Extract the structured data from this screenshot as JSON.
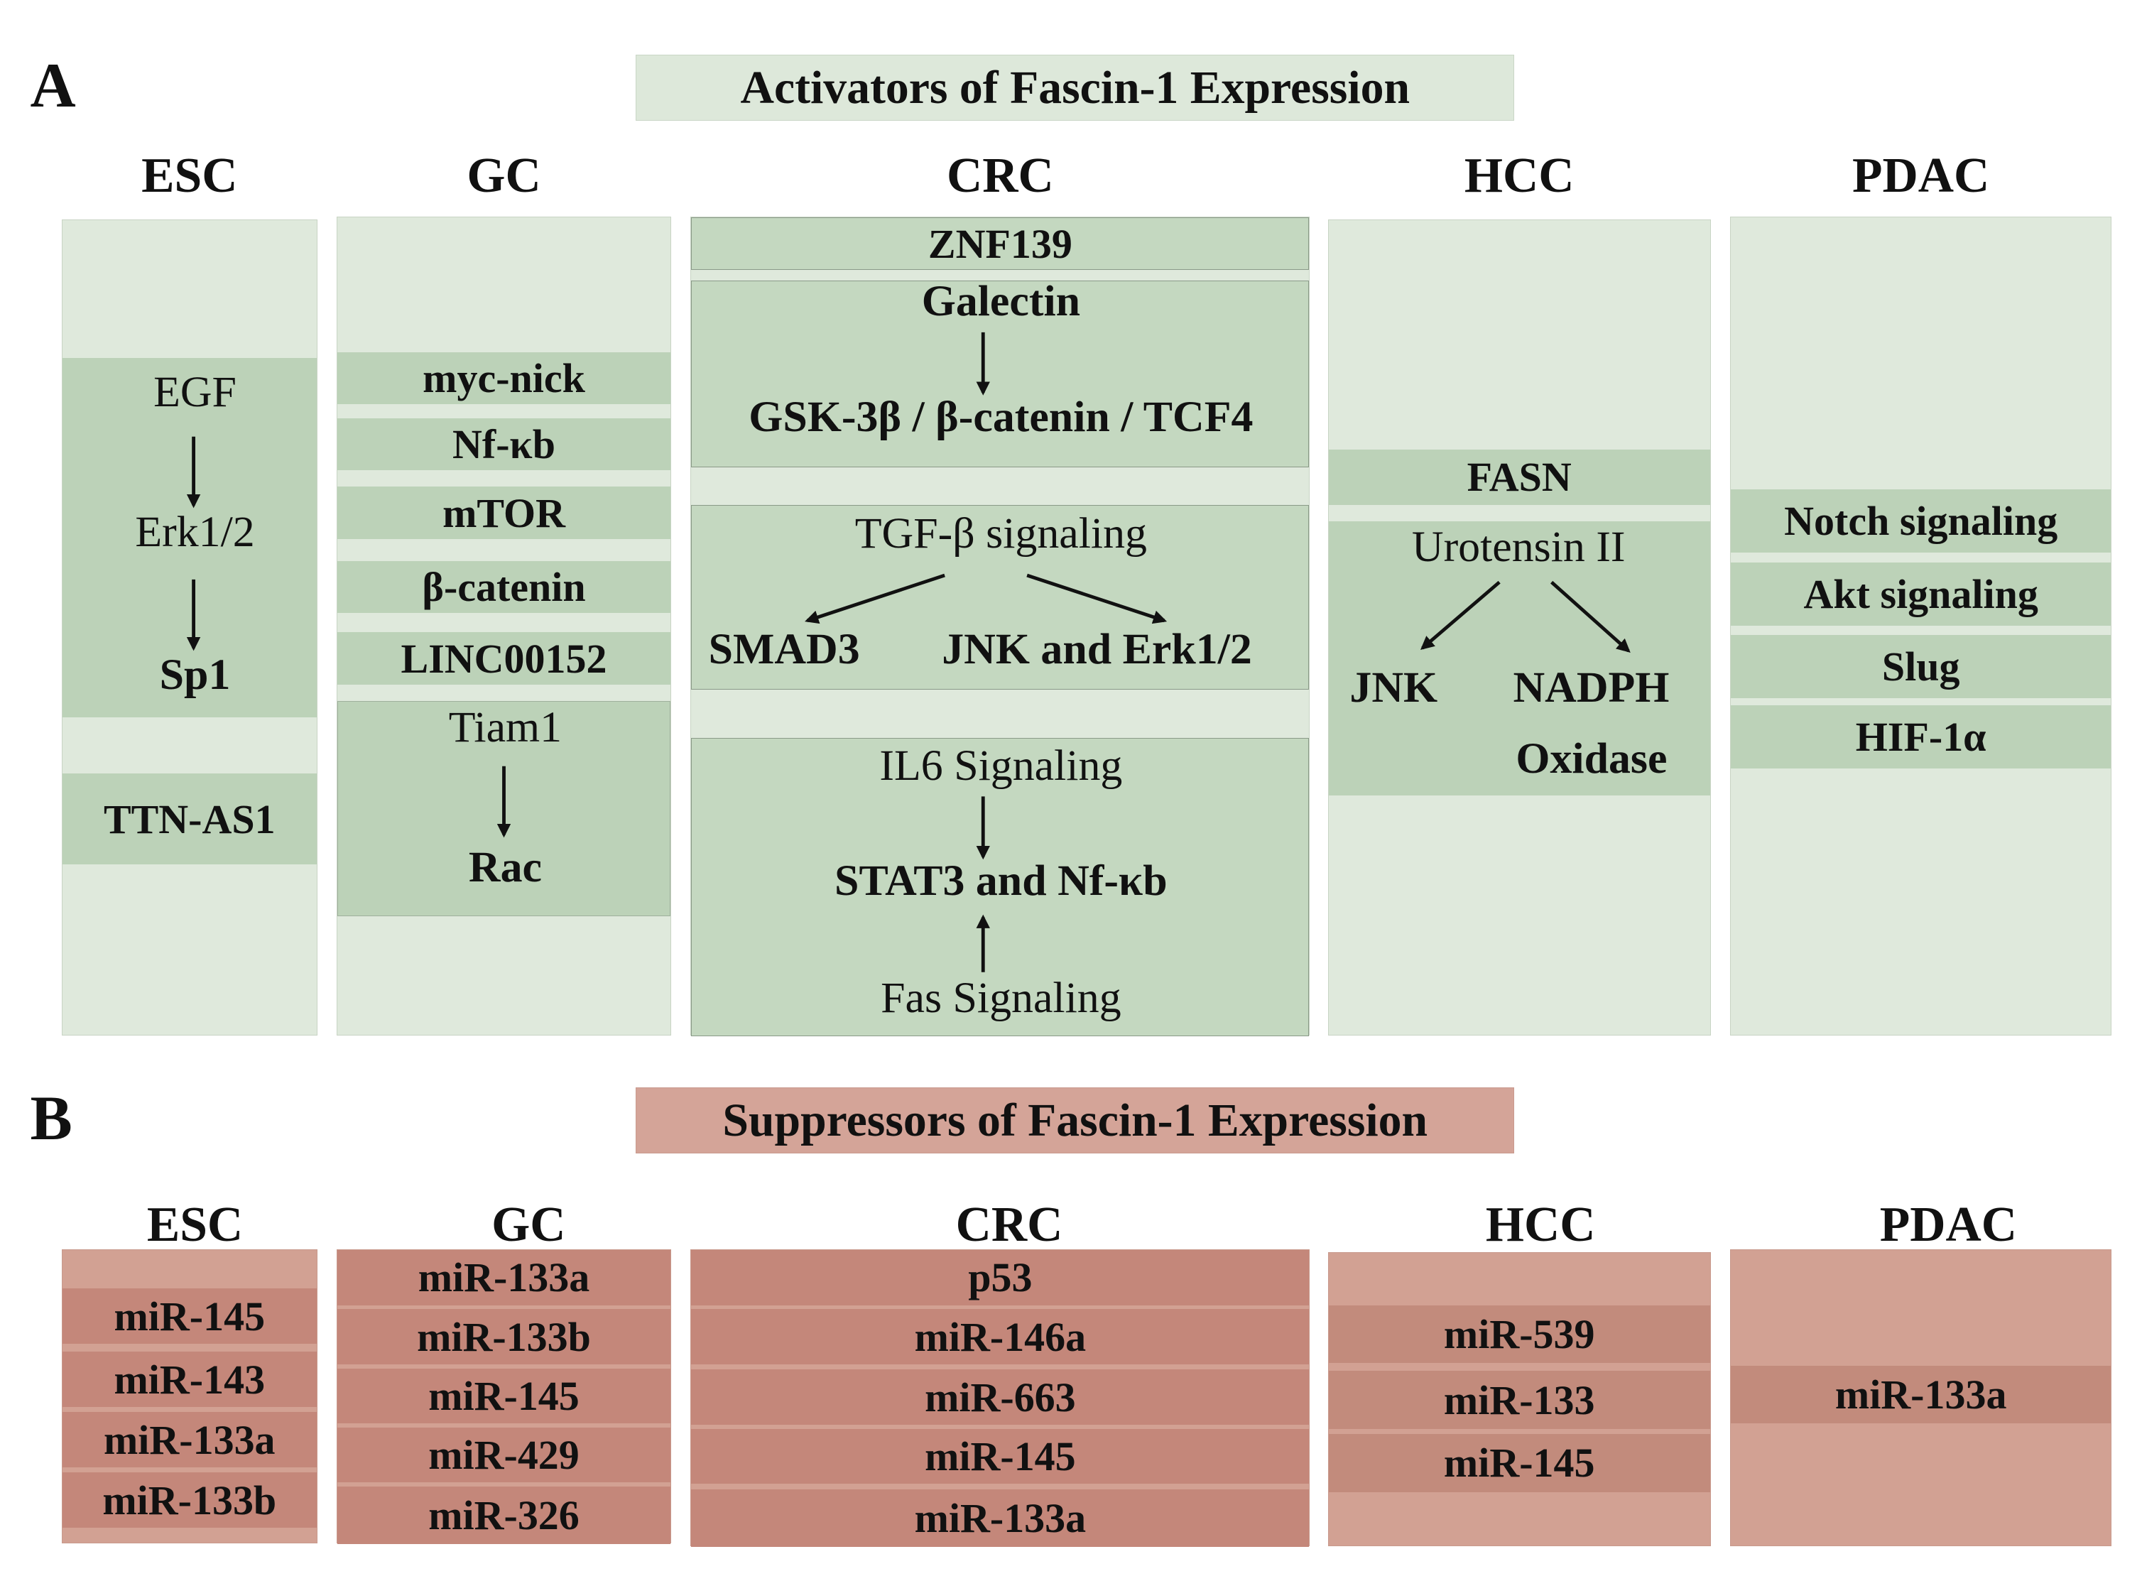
{
  "panel_a": {
    "letter": "A",
    "title": "Activators of Fascin-1 Expression",
    "columns": [
      "ESC",
      "GC",
      "CRC",
      "HCC",
      "PDAC"
    ],
    "esc": {
      "pathway": [
        "EGF",
        "Erk1/2",
        "Sp1"
      ],
      "other": "TTN-AS1"
    },
    "gc": {
      "items": [
        "myc-nick",
        "Nf-κb",
        "mTOR",
        "β-catenin",
        "LINC00152"
      ],
      "pathway": [
        "Tiam1",
        "Rac"
      ]
    },
    "crc": {
      "znf": "ZNF139",
      "galectin": "Galectin",
      "gsk": "GSK-3β / β-catenin / TCF4",
      "tgf": "TGF-β signaling",
      "smad": "SMAD3",
      "jnk_erk": "JNK and Erk1/2",
      "il6": "IL6 Signaling",
      "stat3": "STAT3 and Nf-κb",
      "fas": "Fas Signaling"
    },
    "hcc": {
      "fasn": "FASN",
      "urotensin": "Urotensin II",
      "jnk": "JNK",
      "nadph_1": "NADPH",
      "nadph_2": "Oxidase"
    },
    "pdac": {
      "items": [
        "Notch signaling",
        "Akt signaling",
        "Slug",
        "HIF-1α"
      ]
    }
  },
  "panel_b": {
    "letter": "B",
    "title": "Suppressors of Fascin-1 Expression",
    "columns": [
      "ESC",
      "GC",
      "CRC",
      "HCC",
      "PDAC"
    ],
    "esc": [
      "miR-145",
      "miR-143",
      "miR-133a",
      "miR-133b"
    ],
    "gc": [
      "miR-133a",
      "miR-133b",
      "miR-145",
      "miR-429",
      "miR-326"
    ],
    "crc": [
      "p53",
      "miR-146a",
      "miR-663",
      "miR-145",
      "miR-133a"
    ],
    "hcc": [
      "miR-539",
      "miR-133",
      "miR-145"
    ],
    "pdac": [
      "miR-133a"
    ]
  },
  "colors": {
    "activator_bg": "#dfe9dc",
    "activator_band": "#bcd2b8",
    "suppressor_bg": "#d2a193",
    "suppressor_band": "#c4877a"
  },
  "icons": [
    "arrow-down-icon",
    "arrow-up-icon",
    "arrow-diagonal-icon"
  ]
}
